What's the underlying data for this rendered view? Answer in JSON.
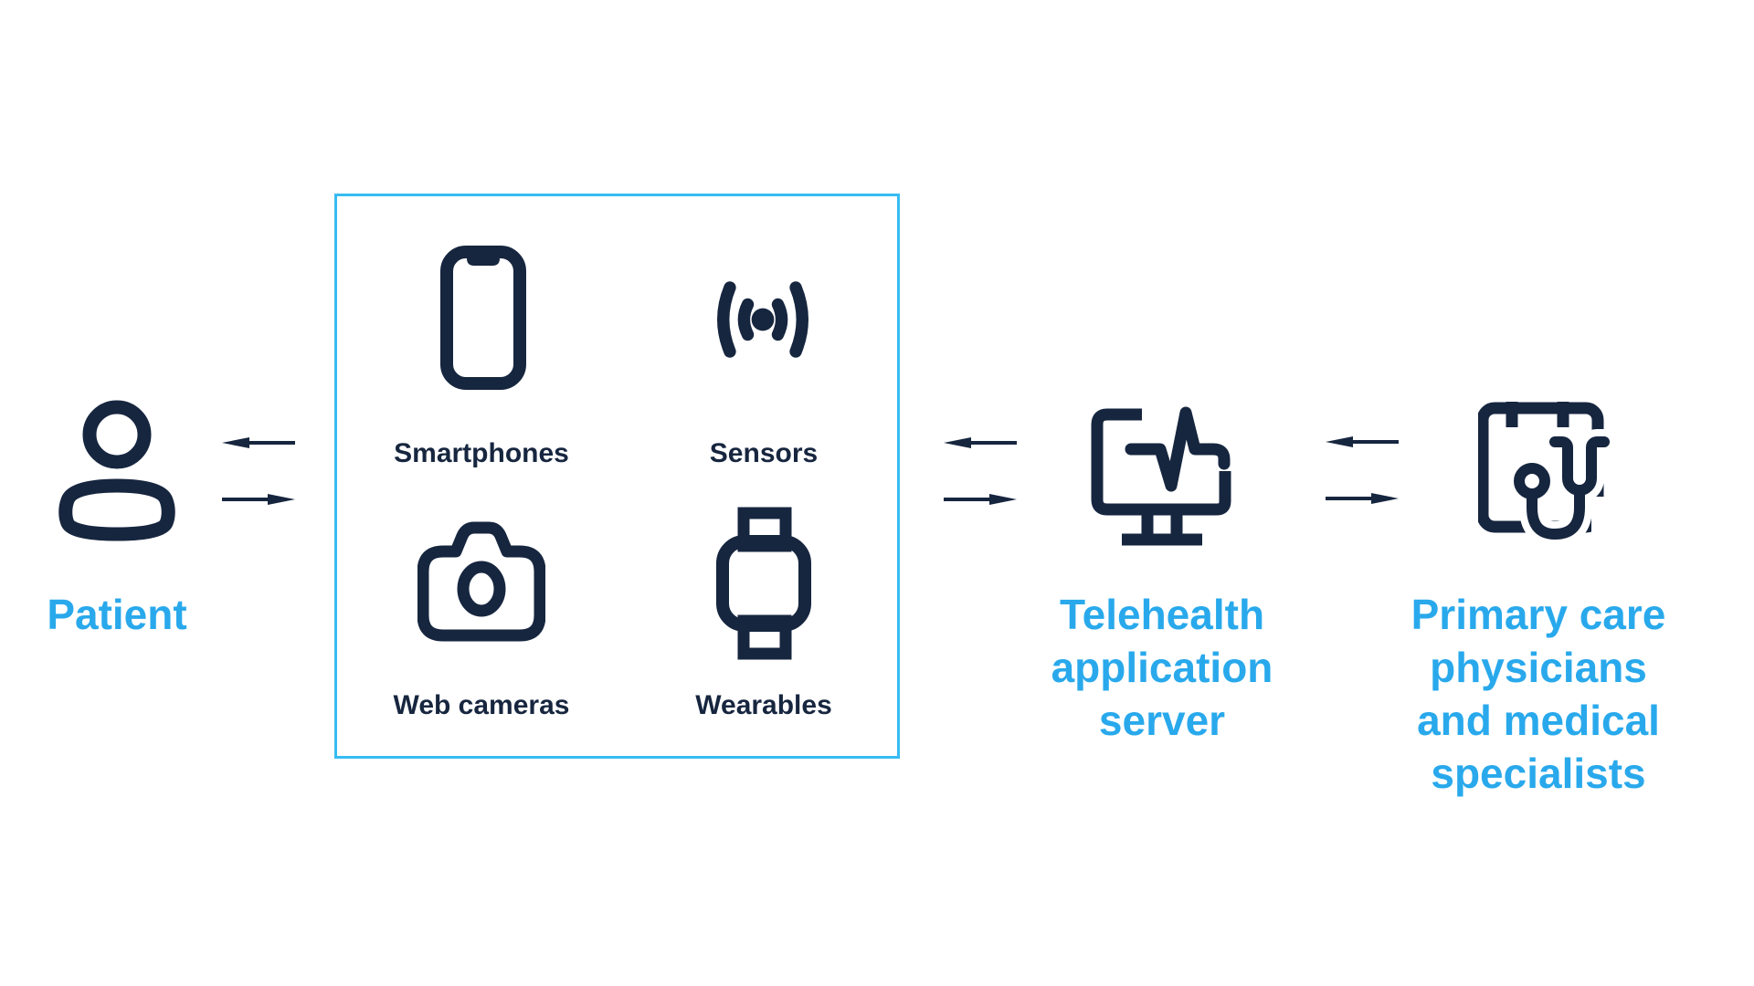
{
  "colors": {
    "navy": "#17263F",
    "blue": "#29A9EC",
    "border": "#37BCF2",
    "bg": "#FFFFFF"
  },
  "patient": {
    "label": "Patient",
    "icon": "person-icon"
  },
  "devices_box": {
    "items": [
      {
        "label": "Smartphones",
        "icon": "smartphone-icon"
      },
      {
        "label": "Sensors",
        "icon": "wireless-sensor-icon"
      },
      {
        "label": "Web cameras",
        "icon": "camera-icon"
      },
      {
        "label": "Wearables",
        "icon": "smartwatch-icon"
      }
    ]
  },
  "server": {
    "lines": [
      "Telehealth",
      "application",
      "server"
    ],
    "icon": "monitor-heartbeat-icon"
  },
  "physicians": {
    "lines": [
      "Primary care",
      "physicians",
      "and medical",
      "specialists"
    ],
    "icon": "calendar-stethoscope-icon"
  },
  "arrows": {
    "pair_count": 3,
    "top_direction": "left",
    "bottom_direction": "right"
  }
}
